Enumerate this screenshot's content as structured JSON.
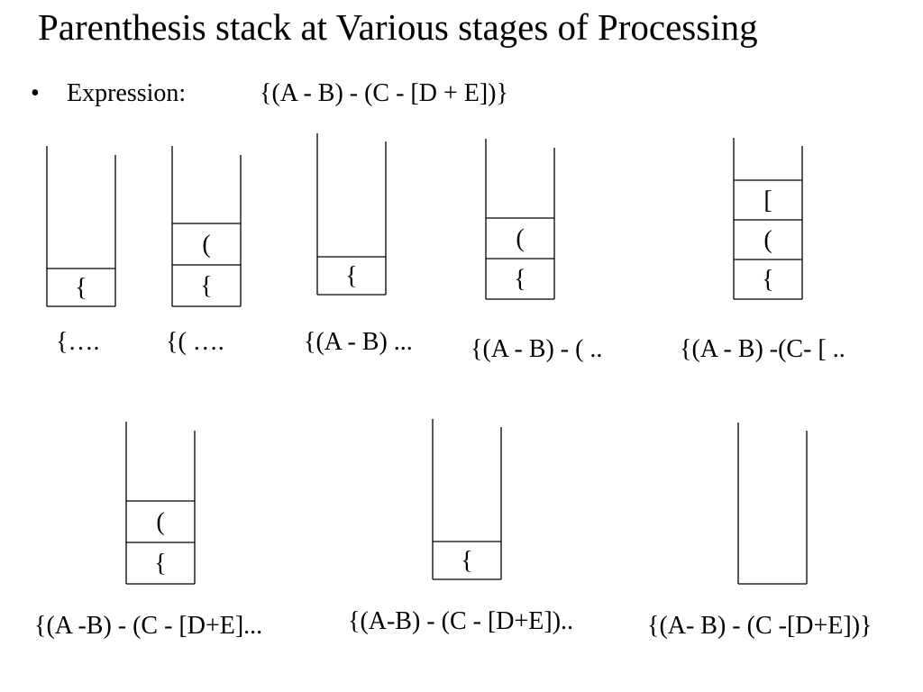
{
  "title": "Parenthesis stack at Various stages of Processing",
  "bullet": {
    "marker": "•",
    "label": "Expression:",
    "expression": "{(A - B) - (C - [D + E])}"
  },
  "stages": [
    {
      "stack": [
        "{"
      ],
      "caption": "{…."
    },
    {
      "stack": [
        "{",
        "("
      ],
      "caption": "{( …."
    },
    {
      "stack": [
        "{"
      ],
      "caption": "{(A - B) ..."
    },
    {
      "stack": [
        "{",
        "("
      ],
      "caption": "{(A - B) - ( .."
    },
    {
      "stack": [
        "{",
        "(",
        "["
      ],
      "caption": "{(A - B) -(C- [ .."
    },
    {
      "stack": [
        "{",
        "("
      ],
      "caption": "{(A -B) - (C - [D+E]..."
    },
    {
      "stack": [
        "{"
      ],
      "caption": "{(A-B) - (C - [D+E]).."
    },
    {
      "stack": [],
      "caption": "{(A- B) - (C -[D+E])}"
    }
  ]
}
